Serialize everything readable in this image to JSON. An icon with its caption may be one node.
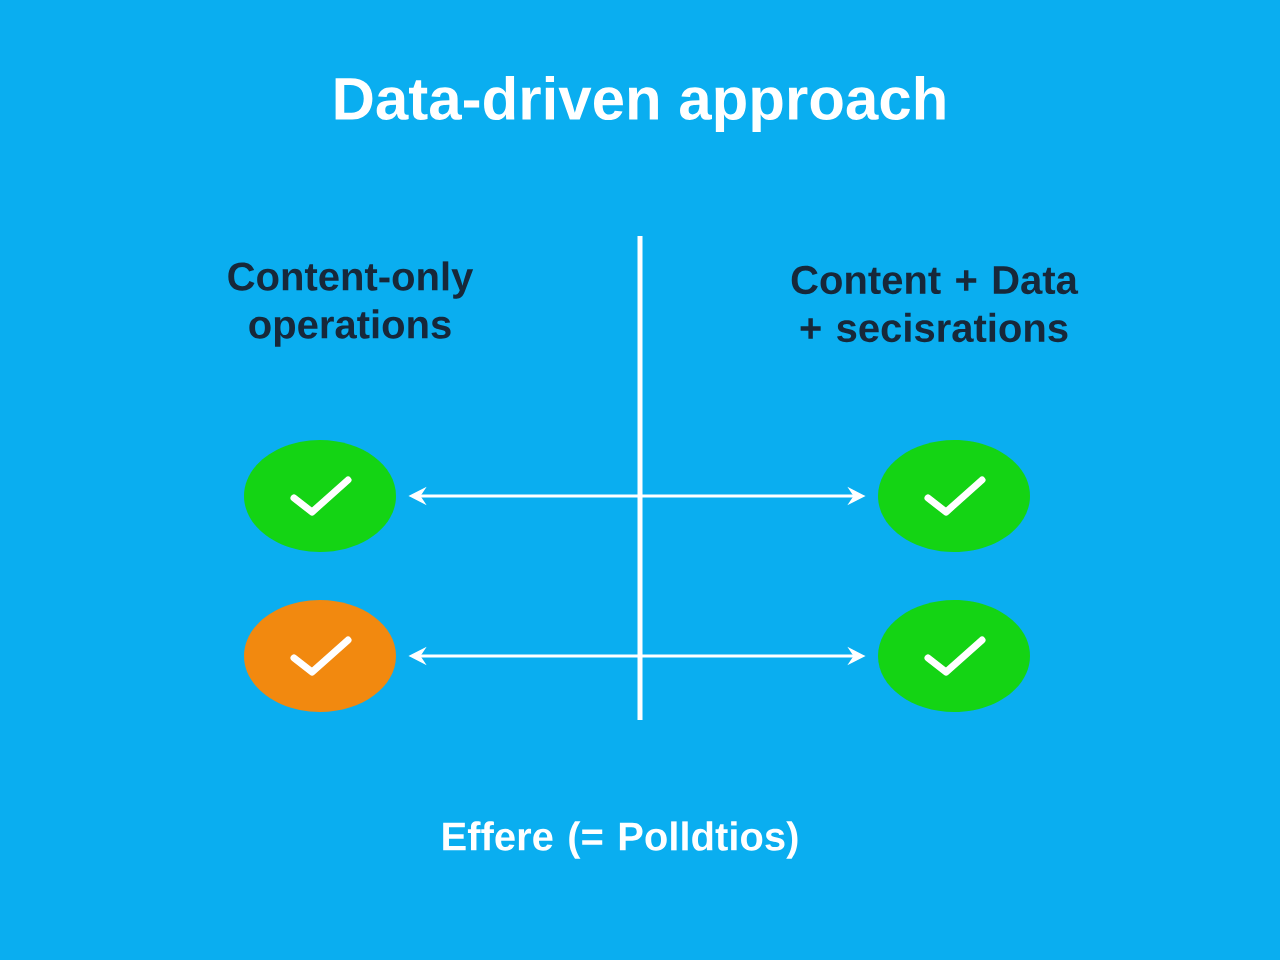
{
  "diagram": {
    "title": "Data-driven approach",
    "nodes": [
      {
        "text": [],
        "shape": "circle"
      },
      {
        "text": [],
        "shape": "circle"
      },
      {
        "text": [],
        "shape": "circle"
      },
      {
        "text": [],
        "shape": "circle"
      }
    ],
    "edges": [
      {
        "from": 0,
        "to": 1,
        "arrow": "both"
      },
      {
        "from": 2,
        "to": 3,
        "arrow": "both"
      }
    ],
    "labels": [
      "Content-only operations",
      "Content + Data + secisrations",
      "Effere (= Polldtios)"
    ]
  }
}
